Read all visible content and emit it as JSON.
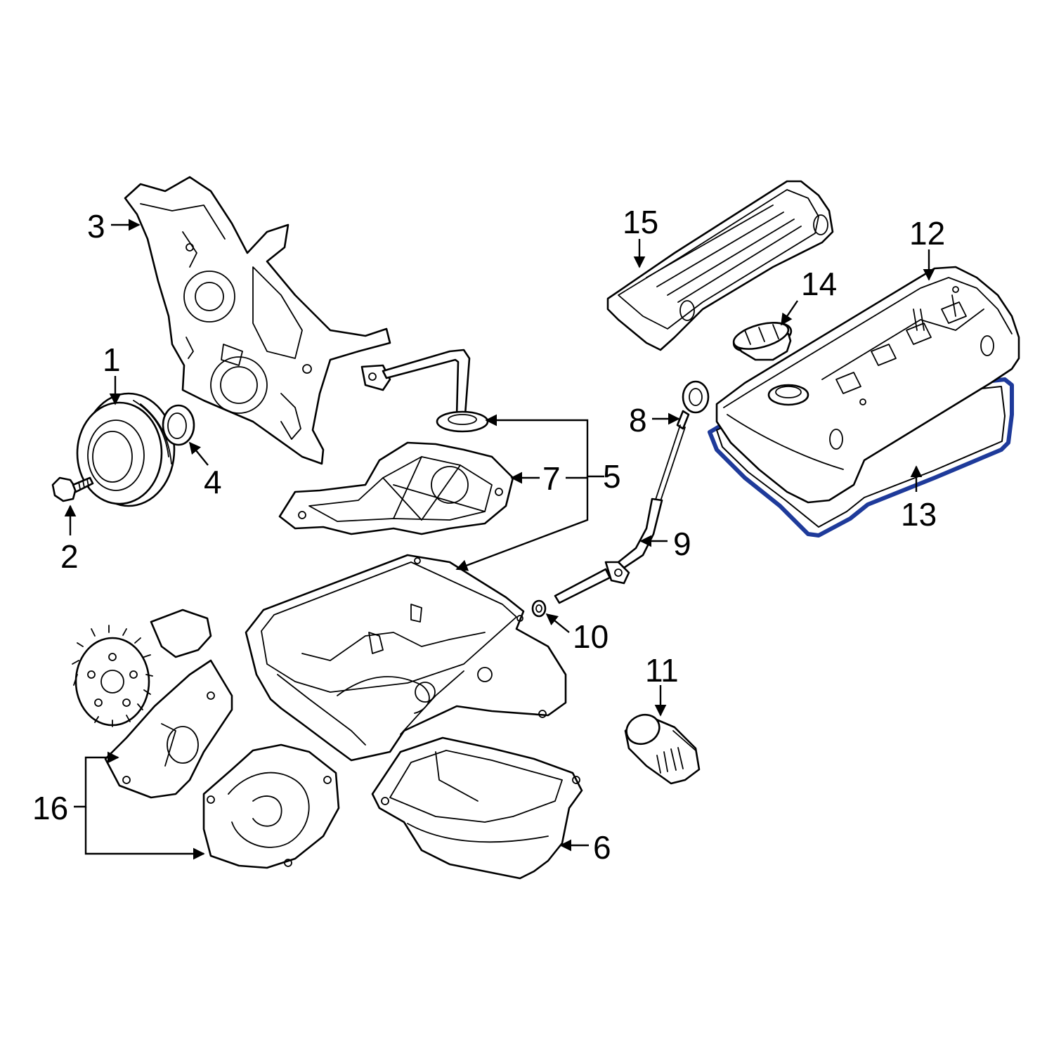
{
  "colors": {
    "line": "#000000",
    "background": "#ffffff",
    "highlight": "#1e3a9a"
  },
  "callouts": [
    {
      "number": "1"
    },
    {
      "number": "2"
    },
    {
      "number": "3"
    },
    {
      "number": "4"
    },
    {
      "number": "5"
    },
    {
      "number": "6"
    },
    {
      "number": "7"
    },
    {
      "number": "8"
    },
    {
      "number": "9"
    },
    {
      "number": "10"
    },
    {
      "number": "11"
    },
    {
      "number": "12"
    },
    {
      "number": "13"
    },
    {
      "number": "14"
    },
    {
      "number": "15"
    },
    {
      "number": "16"
    }
  ],
  "highlighted_callout": "13"
}
